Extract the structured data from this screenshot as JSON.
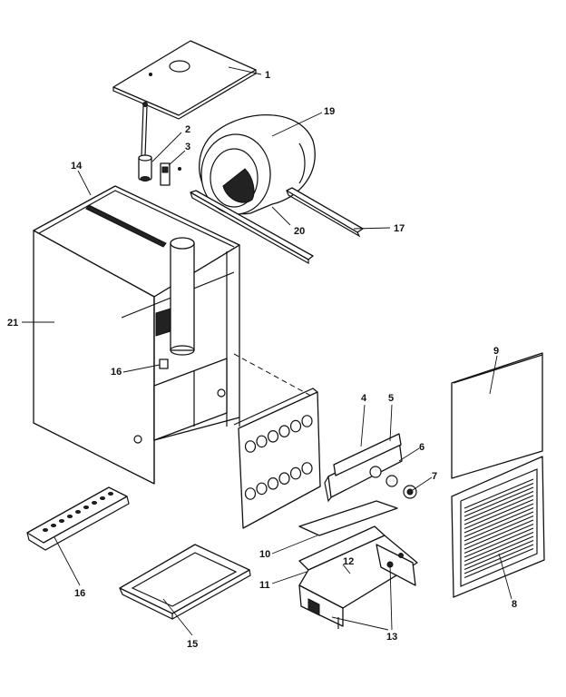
{
  "callouts": [
    {
      "id": "c1",
      "text": "1"
    },
    {
      "id": "c2",
      "text": "2"
    },
    {
      "id": "c3",
      "text": "3"
    },
    {
      "id": "c4",
      "text": "4"
    },
    {
      "id": "c5",
      "text": "5"
    },
    {
      "id": "c6",
      "text": "6"
    },
    {
      "id": "c7",
      "text": "7"
    },
    {
      "id": "c8",
      "text": "8"
    },
    {
      "id": "c9",
      "text": "9"
    },
    {
      "id": "c10",
      "text": "10"
    },
    {
      "id": "c11",
      "text": "11"
    },
    {
      "id": "c12",
      "text": "12"
    },
    {
      "id": "c13",
      "text": "13"
    },
    {
      "id": "c14",
      "text": "14"
    },
    {
      "id": "c15",
      "text": "15"
    },
    {
      "id": "c16a",
      "text": "16"
    },
    {
      "id": "c16b",
      "text": "16"
    },
    {
      "id": "c17",
      "text": "17"
    },
    {
      "id": "c19",
      "text": "19"
    },
    {
      "id": "c20",
      "text": "20"
    },
    {
      "id": "c21",
      "text": "21"
    }
  ]
}
